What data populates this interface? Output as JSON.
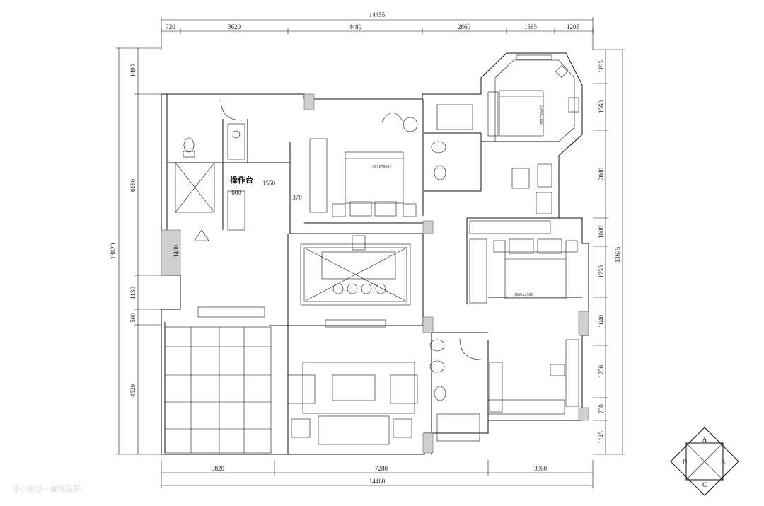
{
  "dimensions": {
    "top_total": "14455",
    "top_segments": [
      "720",
      "3620",
      "4480",
      "2860",
      "1565",
      "1205"
    ],
    "bottom_segments": [
      "3820",
      "7280",
      "3360"
    ],
    "bottom_total": "14460",
    "left_total": "13820",
    "left_segments": [
      "1490",
      "6180",
      "1130",
      "500",
      "4520"
    ],
    "right_segments": [
      "1195",
      "1560",
      "2880",
      "1000",
      "1750",
      "1640",
      "1750",
      "750",
      "1145"
    ],
    "right_total": "13675"
  },
  "labels": {
    "counter": "操作台",
    "counter_depth": "600",
    "corridor_width": "1550",
    "closet_width": "370",
    "pantry_width": "1400",
    "bed_1": "1800x2100",
    "bed_2": "1500x2100",
    "bed_3": "1800x2100"
  },
  "compass": {
    "a": "A",
    "b": "B",
    "c": "C",
    "d": "D"
  },
  "watermark": "住小帮@一品宅装饰"
}
